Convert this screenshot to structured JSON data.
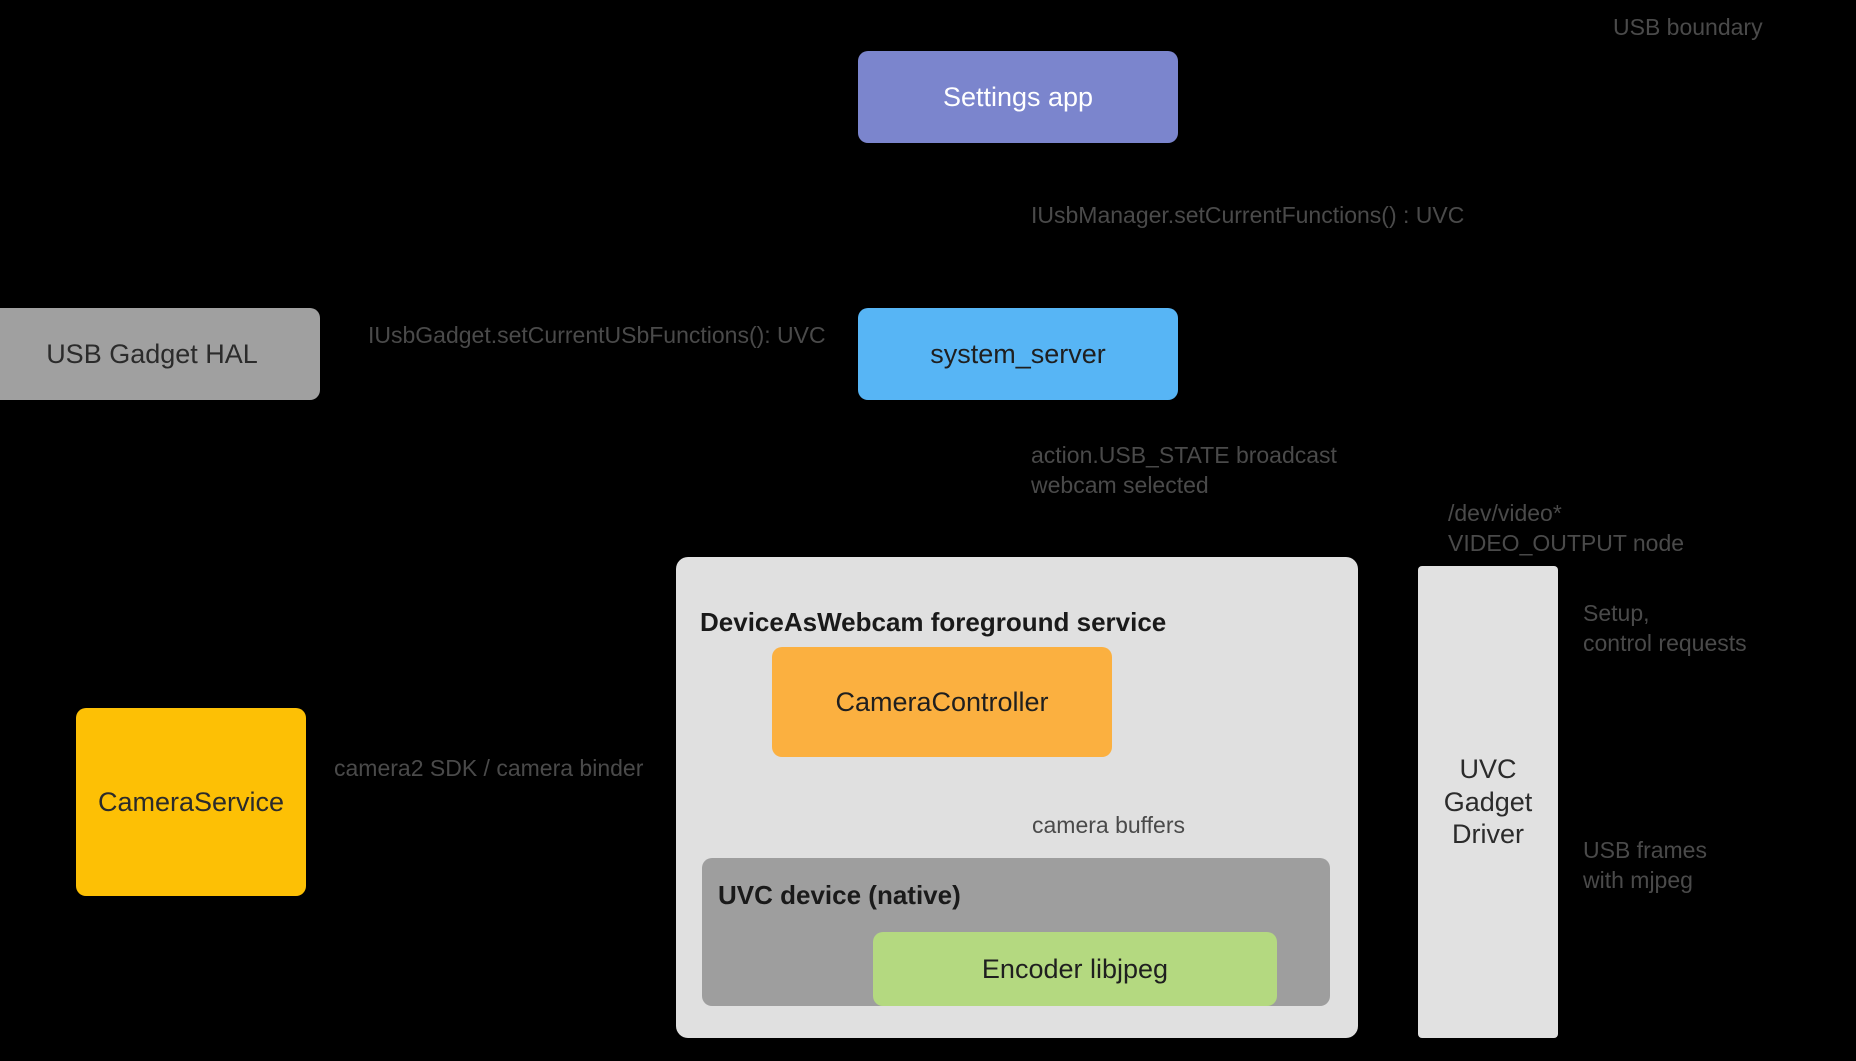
{
  "diagram": {
    "title": "Android DeviceAsWebcam UVC architecture",
    "background": "#000000",
    "nodes": {
      "settings_app": {
        "label": "Settings app",
        "color": "#7b85cd",
        "text_color": "#ffffff"
      },
      "system_server": {
        "label": "system_server",
        "color": "#57b5f5",
        "text_color": "#1f1f1f"
      },
      "usb_gadget_hal": {
        "label": "USB Gadget HAL",
        "color": "#a0a0a0",
        "text_color": "#2b2b2b"
      },
      "camera_service": {
        "label": "CameraService",
        "color": "#fdc005",
        "text_color": "#2b2b2b"
      },
      "uvc_gadget_driver": {
        "label": "UVC\nGadget\nDriver",
        "color": "#e1e1e1",
        "text_color": "#2b2b2b"
      },
      "daw_service": {
        "label": "DeviceAsWebcam foreground service",
        "color": "#e0e0e0",
        "text_color": "#1a1a1a"
      },
      "camera_controller": {
        "label": "CameraController",
        "color": "#fbb040",
        "text_color": "#1f1f1f"
      },
      "uvc_device_native": {
        "label": "UVC device (native)",
        "color": "#9e9e9e",
        "text_color": "#1a1a1a"
      },
      "encoder_libjpeg": {
        "label": "Encoder libjpeg",
        "color": "#b4d980",
        "text_color": "#1f1f1f"
      }
    },
    "annotations": {
      "usb_boundary": "USB boundary",
      "iusbmanager_call": "IUsbManager.setCurrentFunctions() : UVC",
      "iusbgadget_call": "IUsbGadget.setCurrentUSbFunctions(): UVC",
      "usb_state_broadcast": "action.USB_STATE broadcast\nwebcam selected",
      "dev_video_node": "/dev/video*\nVIDEO_OUTPUT node",
      "setup_control_requests": "Setup,\ncontrol requests",
      "camera2_binder": "camera2 SDK / camera binder",
      "usb_frames_mjpeg": "USB frames\nwith mjpeg",
      "camera_buffers": "camera buffers"
    },
    "annotation_color": "#4a4a4a",
    "edges": [
      {
        "name": "camera-buffers-edge",
        "from": "uvc_device_native",
        "to": "camera_controller",
        "style": "double-arrow",
        "label": "camera buffers"
      },
      {
        "name": "uvc-driver-to-encoder-edge",
        "from": "uvc_gadget_driver",
        "to": "encoder_libjpeg",
        "style": "single-arrow",
        "label": ""
      }
    ]
  }
}
